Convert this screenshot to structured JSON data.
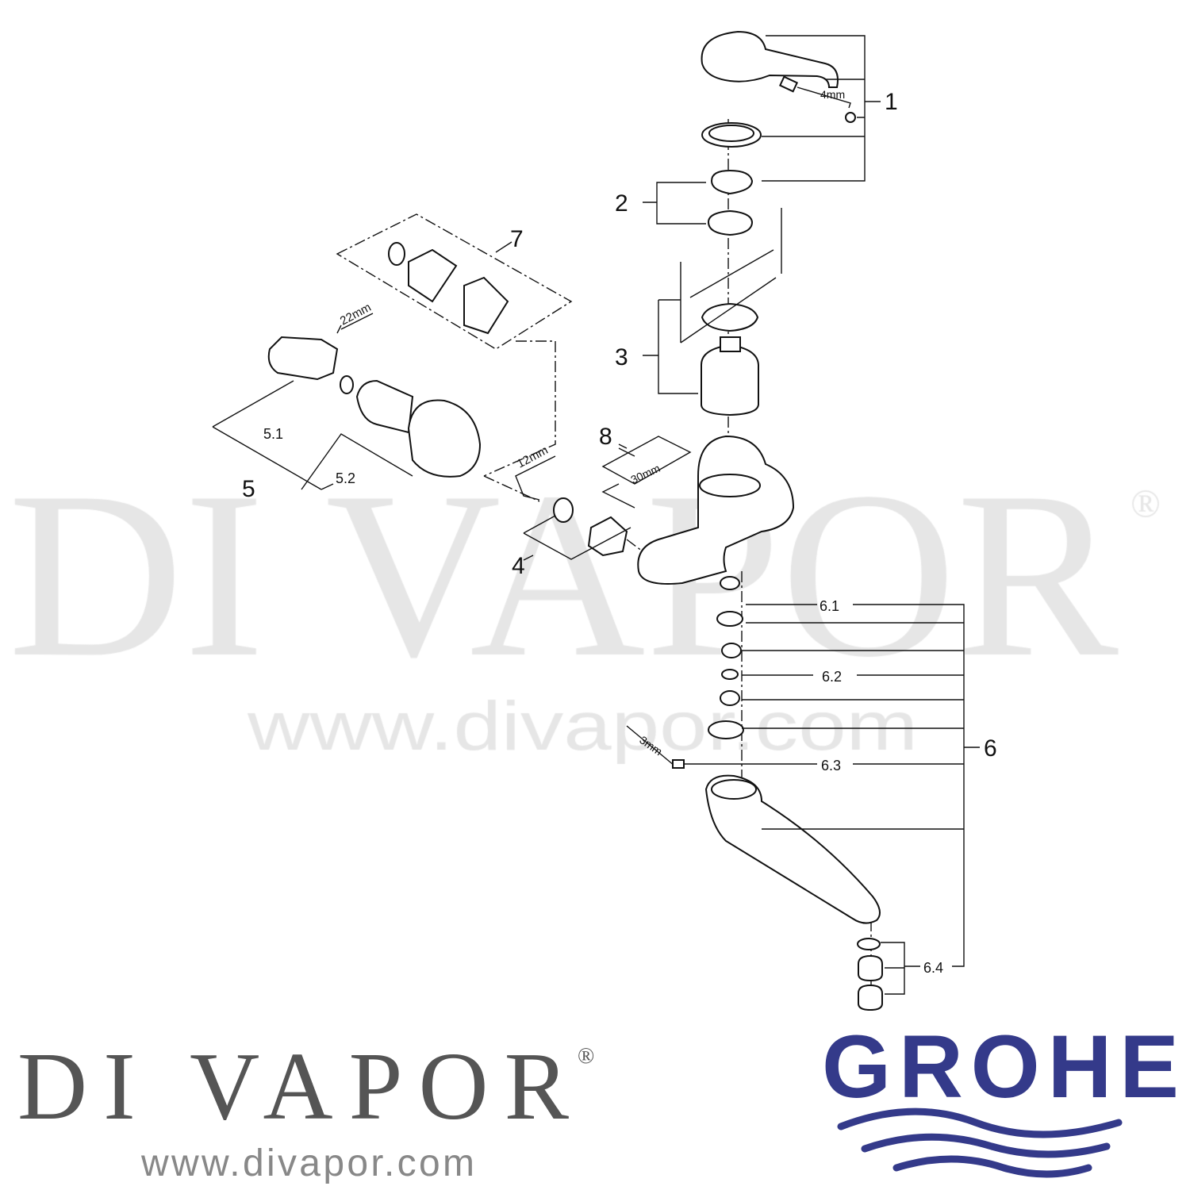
{
  "watermark": {
    "name": "DI VAPOR",
    "registered": "®",
    "url": "www.divapor.com"
  },
  "diagram": {
    "labels": {
      "p1": "1",
      "p2": "2",
      "p3": "3",
      "p4": "4",
      "p5": "5",
      "p5_1": "5.1",
      "p5_2": "5.2",
      "p6": "6",
      "p6_1": "6.1",
      "p6_2": "6.2",
      "p6_3": "6.3",
      "p6_4": "6.4",
      "p7": "7",
      "p8": "8"
    },
    "tools": {
      "hex_4": "4mm",
      "wrench_22": "22mm",
      "hex_12": "12mm",
      "wrench_30": "30mm",
      "hex_3": "3mm"
    }
  },
  "footer": {
    "brand": "DI VAPOR",
    "registered": "®",
    "url": "www.divapor.com",
    "manufacturer": "GROHE",
    "manufacturer_color": "#343a8a"
  }
}
